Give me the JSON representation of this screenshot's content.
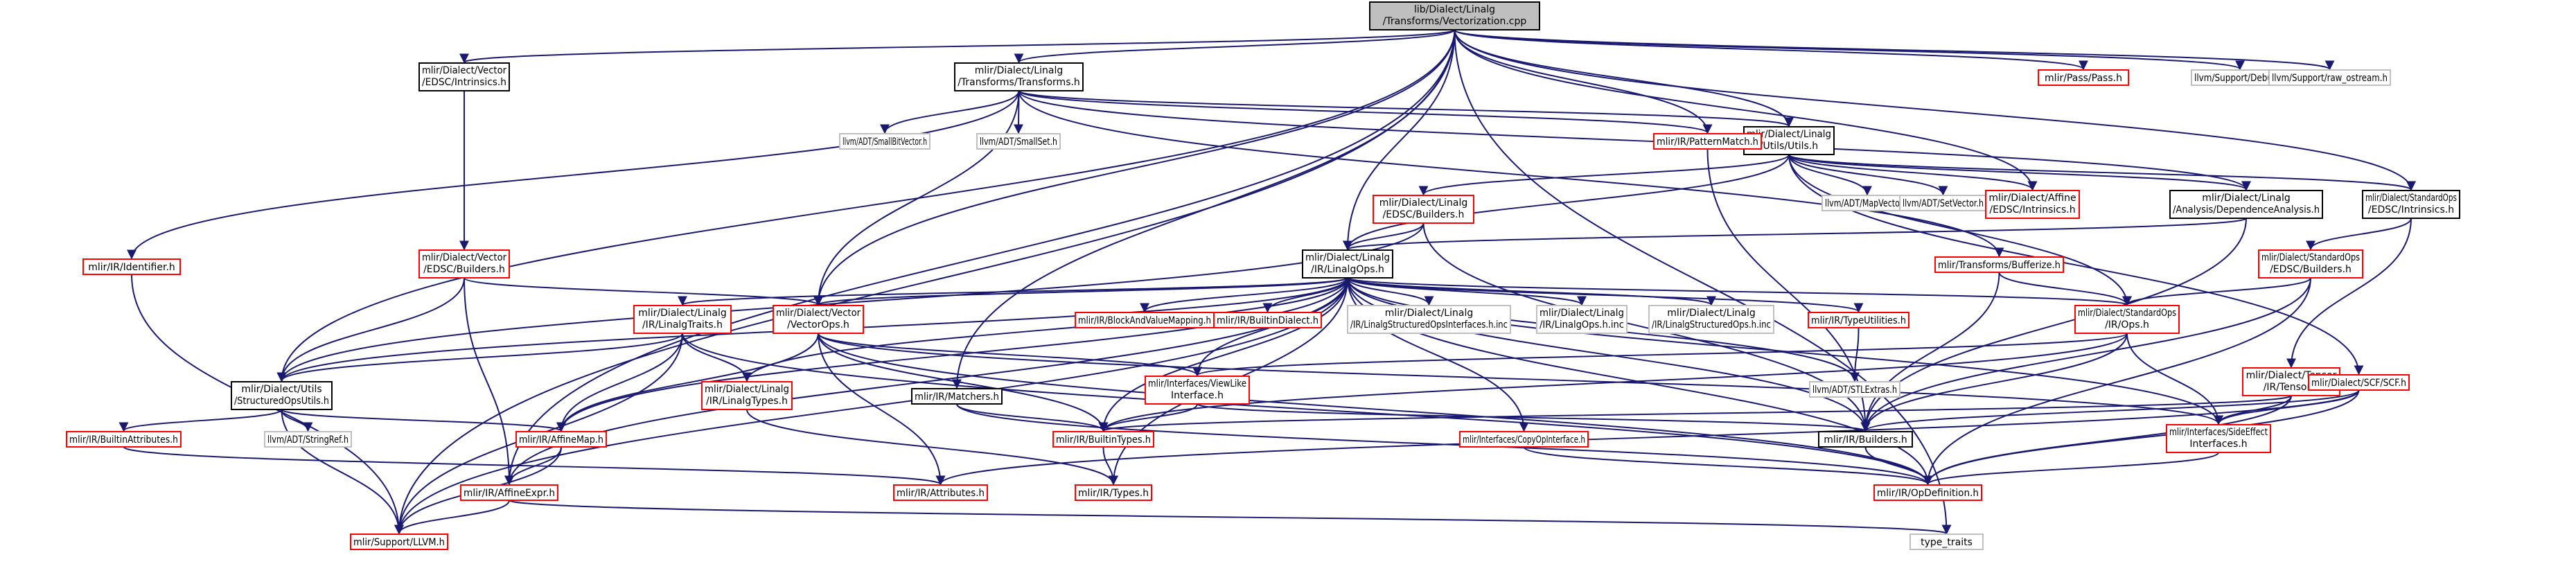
{
  "colors": {
    "edge": "#191970",
    "root_fill": "#bfbfbf",
    "red_border": "#ff0000",
    "black_border": "#000000",
    "gray_border": "#bfbfbf"
  },
  "nodes": [
    {
      "id": "root",
      "lines": [
        "lib/Dialect/Linalg",
        "/Transforms/Vectorization.cpp"
      ],
      "style": "root"
    },
    {
      "id": "vec_intr",
      "lines": [
        "mlir/Dialect/Vector",
        "/EDSC/Intrinsics.h"
      ],
      "style": "black"
    },
    {
      "id": "lin_trans",
      "lines": [
        "mlir/Dialect/Linalg",
        "/Transforms/Transforms.h"
      ],
      "style": "black"
    },
    {
      "id": "pass",
      "lines": [
        "mlir/Pass/Pass.h"
      ],
      "style": "red"
    },
    {
      "id": "debug",
      "lines": [
        "llvm/Support/Debug.h"
      ],
      "style": "gray"
    },
    {
      "id": "raw_ostream",
      "lines": [
        "llvm/Support/raw_ostream.h"
      ],
      "style": "gray"
    },
    {
      "id": "smallbitvec",
      "lines": [
        "llvm/ADT/SmallBitVector.h"
      ],
      "style": "gray"
    },
    {
      "id": "smallset",
      "lines": [
        "llvm/ADT/SmallSet.h"
      ],
      "style": "gray"
    },
    {
      "id": "lin_utils",
      "lines": [
        "mlir/Dialect/Linalg",
        "/Utils/Utils.h"
      ],
      "style": "black"
    },
    {
      "id": "patternmatch",
      "lines": [
        "mlir/IR/PatternMatch.h"
      ],
      "style": "red"
    },
    {
      "id": "identifier",
      "lines": [
        "mlir/IR/Identifier.h"
      ],
      "style": "red"
    },
    {
      "id": "vec_builders",
      "lines": [
        "mlir/Dialect/Vector",
        "/EDSC/Builders.h"
      ],
      "style": "red"
    },
    {
      "id": "lin_builders",
      "lines": [
        "mlir/Dialect/Linalg",
        "/EDSC/Builders.h"
      ],
      "style": "red"
    },
    {
      "id": "mapvector",
      "lines": [
        "llvm/ADT/MapVector.h"
      ],
      "style": "gray"
    },
    {
      "id": "setvector",
      "lines": [
        "llvm/ADT/SetVector.h"
      ],
      "style": "gray"
    },
    {
      "id": "affine_intr",
      "lines": [
        "mlir/Dialect/Affine",
        "/EDSC/Intrinsics.h"
      ],
      "style": "red"
    },
    {
      "id": "dep_analysis",
      "lines": [
        "mlir/Dialect/Linalg",
        "/Analysis/DependenceAnalysis.h"
      ],
      "style": "black"
    },
    {
      "id": "std_intr",
      "lines": [
        "mlir/Dialect/StandardOps",
        "/EDSC/Intrinsics.h"
      ],
      "style": "black"
    },
    {
      "id": "bufferize",
      "lines": [
        "mlir/Transforms/Bufferize.h"
      ],
      "style": "red"
    },
    {
      "id": "std_builders",
      "lines": [
        "mlir/Dialect/StandardOps",
        "/EDSC/Builders.h"
      ],
      "style": "red"
    },
    {
      "id": "linalgops",
      "lines": [
        "mlir/Dialect/Linalg",
        "/IR/LinalgOps.h"
      ],
      "style": "black"
    },
    {
      "id": "linalgtraits",
      "lines": [
        "mlir/Dialect/Linalg",
        "/IR/LinalgTraits.h"
      ],
      "style": "red"
    },
    {
      "id": "vectorops",
      "lines": [
        "mlir/Dialect/Vector",
        "/VectorOps.h"
      ],
      "style": "red"
    },
    {
      "id": "blockmapping",
      "lines": [
        "mlir/IR/BlockAndValueMapping.h"
      ],
      "style": "red"
    },
    {
      "id": "builtindialect",
      "lines": [
        "mlir/IR/BuiltinDialect.h"
      ],
      "style": "red"
    },
    {
      "id": "structopsifaces",
      "lines": [
        "mlir/Dialect/Linalg",
        "/IR/LinalgStructuredOpsInterfaces.h.inc"
      ],
      "style": "gray"
    },
    {
      "id": "linalgops_inc",
      "lines": [
        "mlir/Dialect/Linalg",
        "/IR/LinalgOps.h.inc"
      ],
      "style": "gray"
    },
    {
      "id": "structops_inc",
      "lines": [
        "mlir/Dialect/Linalg",
        "/IR/LinalgStructuredOps.h.inc"
      ],
      "style": "gray"
    },
    {
      "id": "typeutils",
      "lines": [
        "mlir/IR/TypeUtilities.h"
      ],
      "style": "red"
    },
    {
      "id": "std_ops",
      "lines": [
        "mlir/Dialect/StandardOps",
        "/IR/Ops.h"
      ],
      "style": "red"
    },
    {
      "id": "tensor",
      "lines": [
        "mlir/Dialect/Tensor",
        "/IR/Tensor.h"
      ],
      "style": "red"
    },
    {
      "id": "scf",
      "lines": [
        "mlir/Dialect/SCF/SCF.h"
      ],
      "style": "red"
    },
    {
      "id": "structopsutils",
      "lines": [
        "mlir/Dialect/Utils",
        "/StructuredOpsUtils.h"
      ],
      "style": "black"
    },
    {
      "id": "linalgtypes",
      "lines": [
        "mlir/Dialect/Linalg",
        "/IR/LinalgTypes.h"
      ],
      "style": "red"
    },
    {
      "id": "matchers",
      "lines": [
        "mlir/IR/Matchers.h"
      ],
      "style": "black"
    },
    {
      "id": "viewlike",
      "lines": [
        "mlir/Interfaces/ViewLike",
        "Interface.h"
      ],
      "style": "red"
    },
    {
      "id": "stlextras",
      "lines": [
        "llvm/ADT/STLExtras.h"
      ],
      "style": "gray"
    },
    {
      "id": "builtinattrs",
      "lines": [
        "mlir/IR/BuiltinAttributes.h"
      ],
      "style": "red"
    },
    {
      "id": "stringref",
      "lines": [
        "llvm/ADT/StringRef.h"
      ],
      "style": "gray"
    },
    {
      "id": "affinemap",
      "lines": [
        "mlir/IR/AffineMap.h"
      ],
      "style": "red"
    },
    {
      "id": "builtintypes",
      "lines": [
        "mlir/IR/BuiltinTypes.h"
      ],
      "style": "red"
    },
    {
      "id": "copyop",
      "lines": [
        "mlir/Interfaces/CopyOpInterface.h"
      ],
      "style": "red"
    },
    {
      "id": "builders",
      "lines": [
        "mlir/IR/Builders.h"
      ],
      "style": "black"
    },
    {
      "id": "sideeffect",
      "lines": [
        "mlir/Interfaces/SideEffect",
        "Interfaces.h"
      ],
      "style": "red"
    },
    {
      "id": "affineexpr",
      "lines": [
        "mlir/IR/AffineExpr.h"
      ],
      "style": "red"
    },
    {
      "id": "attributes",
      "lines": [
        "mlir/IR/Attributes.h"
      ],
      "style": "red"
    },
    {
      "id": "types",
      "lines": [
        "mlir/IR/Types.h"
      ],
      "style": "red"
    },
    {
      "id": "opdef",
      "lines": [
        "mlir/IR/OpDefinition.h"
      ],
      "style": "red"
    },
    {
      "id": "llvm",
      "lines": [
        "mlir/Support/LLVM.h"
      ],
      "style": "red"
    },
    {
      "id": "type_traits",
      "lines": [
        "type_traits"
      ],
      "style": "gray"
    }
  ]
}
